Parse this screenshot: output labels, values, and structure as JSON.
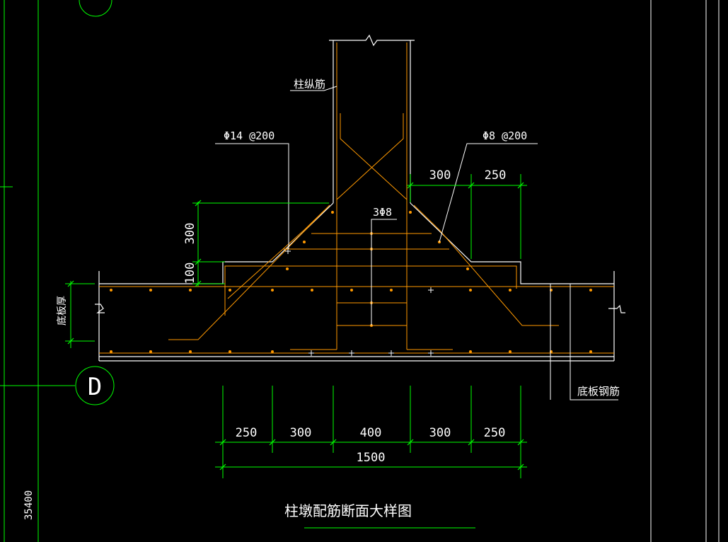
{
  "title": "柱墩配筋断面大样图",
  "colors": {
    "background": "#000000",
    "concrete_outline": "#ffffff",
    "rebar": "#ff9900",
    "dimension": "#00ff00",
    "grid": "#00ff00"
  },
  "labels": {
    "column_rebar": "柱纵筋",
    "rebar_left": "Φ14 @200",
    "rebar_right": "Φ8 @200",
    "stirrup_bars": "3Φ8",
    "slab_thickness": "底板厚",
    "slab_rebar": "底板钢筋"
  },
  "grid": {
    "axis_label": "D",
    "side_dimension": "35400"
  },
  "dimensions": {
    "top_right": [
      "300",
      "250"
    ],
    "left_vertical": [
      "300",
      "100"
    ],
    "bottom": [
      "250",
      "300",
      "400",
      "300",
      "250"
    ],
    "total": "1500"
  }
}
